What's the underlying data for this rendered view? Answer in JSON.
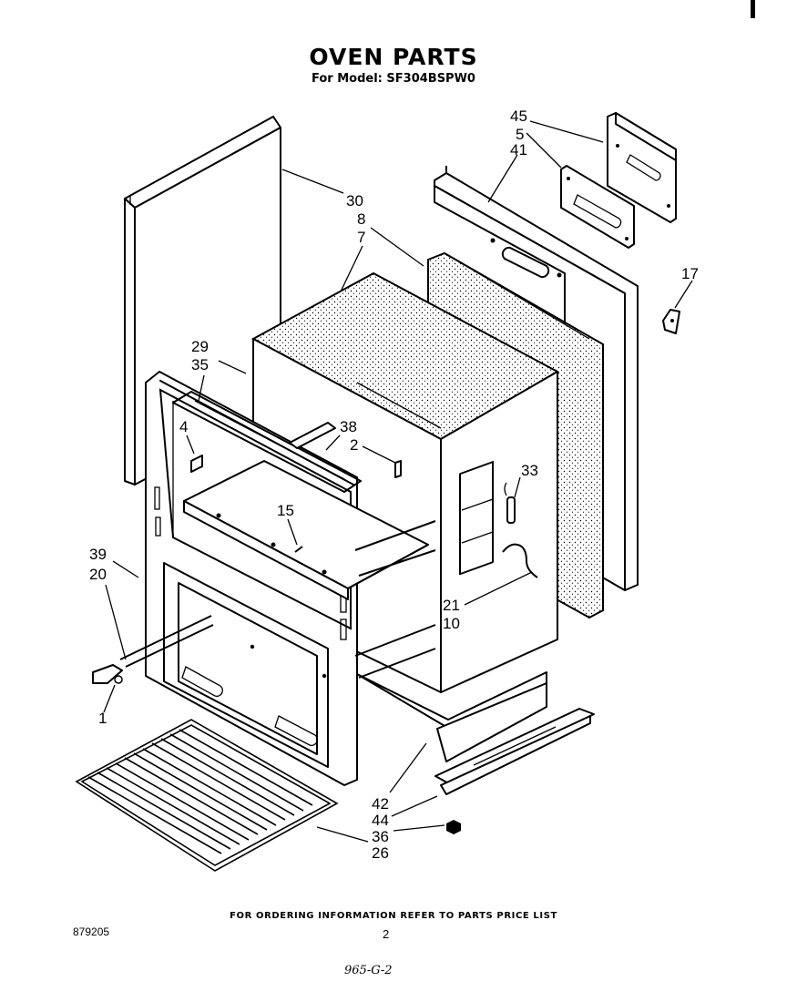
{
  "title": "OVEN PARTS",
  "subtitle": "For Model: SF304BSPW0",
  "footer_note": "FOR ORDERING INFORMATION REFER TO PARTS PRICE LIST",
  "doc_number": "879205",
  "page_number": "2",
  "handwritten_note": "965-G-2",
  "callouts": {
    "c1": "1",
    "c2": "2",
    "c4": "4",
    "c5": "5",
    "c7": "7",
    "c8": "8",
    "c10": "10",
    "c15": "15",
    "c17": "17",
    "c20": "20",
    "c21": "21",
    "c26": "26",
    "c29": "29",
    "c30": "30",
    "c33": "33",
    "c35": "35",
    "c36": "36",
    "c38": "38",
    "c39": "39",
    "c41": "41",
    "c42": "42",
    "c44": "44",
    "c45": "45"
  }
}
